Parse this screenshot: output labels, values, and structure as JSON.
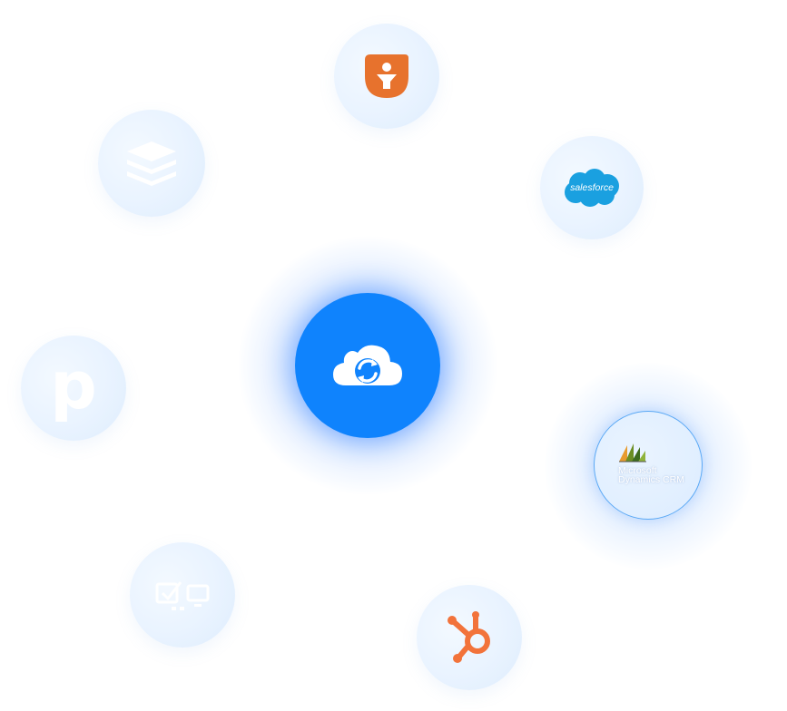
{
  "hub": {
    "icon": "cloud-sync-icon",
    "color": "#0f83fd"
  },
  "integrations": [
    {
      "name": "funnel-person-logo",
      "color": "#e7722d"
    },
    {
      "name": "salesforce-logo",
      "label": "salesforce",
      "color": "#1aa0e0"
    },
    {
      "name": "microsoft-dynamics-crm-logo",
      "label_line1": "Microsoft",
      "label_line2": "Dynamics CRM"
    },
    {
      "name": "hubspot-logo",
      "color": "#f2733b"
    },
    {
      "name": "checkbox-monitor-logo"
    },
    {
      "name": "pipedrive-logo",
      "label": "p"
    },
    {
      "name": "stacked-layers-logo"
    }
  ]
}
